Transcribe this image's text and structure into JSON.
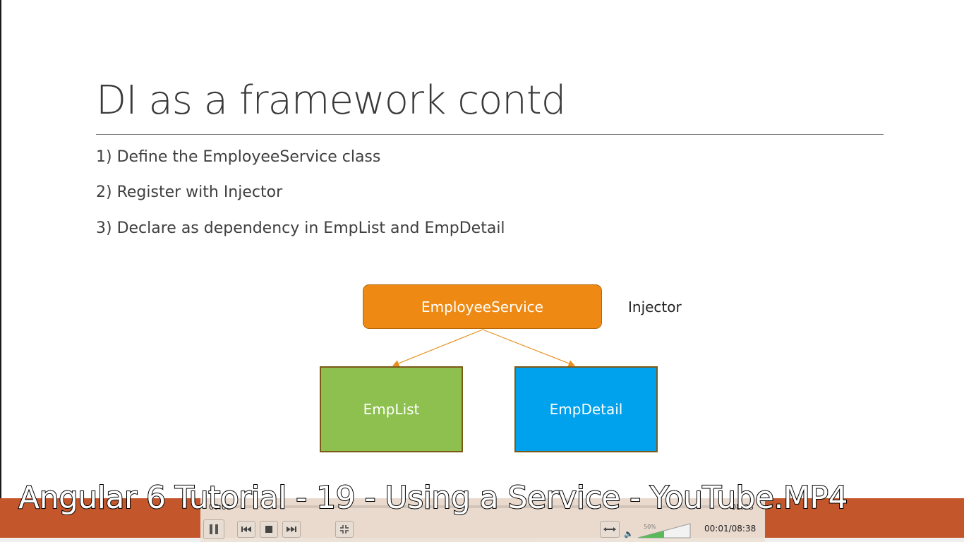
{
  "slide": {
    "title": "DI as a framework contd",
    "bullets": [
      "1) Define the EmployeeService class",
      "2) Register with Injector",
      "3) Declare as dependency in EmpList and EmpDetail"
    ],
    "diagram": {
      "service": "EmployeeService",
      "injector_label": "Injector",
      "left_box": "EmpList",
      "right_box": "EmpDetail"
    },
    "colors": {
      "service": "#ee8a13",
      "emplist": "#8dc04f",
      "empdetail": "#00a2ee",
      "band": "#c4562b"
    }
  },
  "player": {
    "current_time": "00:01",
    "total_time": "08:38",
    "time_display": "00:01/08:38",
    "volume": "50%",
    "progress_fraction": 0.002,
    "volume_fraction": 0.5,
    "controls": {
      "pause_icon": "pause-icon",
      "prev_icon": "skip-previous-icon",
      "stop_icon": "stop-icon",
      "next_icon": "skip-next-icon",
      "fullscreen_icon": "exit-fullscreen-icon",
      "ratio_icon": "aspect-ratio-icon",
      "volume_icon": "speaker-icon"
    }
  },
  "overlay": {
    "video_title": "Angular 6 Tutorial - 19 - Using a Service - YouTube.MP4"
  }
}
